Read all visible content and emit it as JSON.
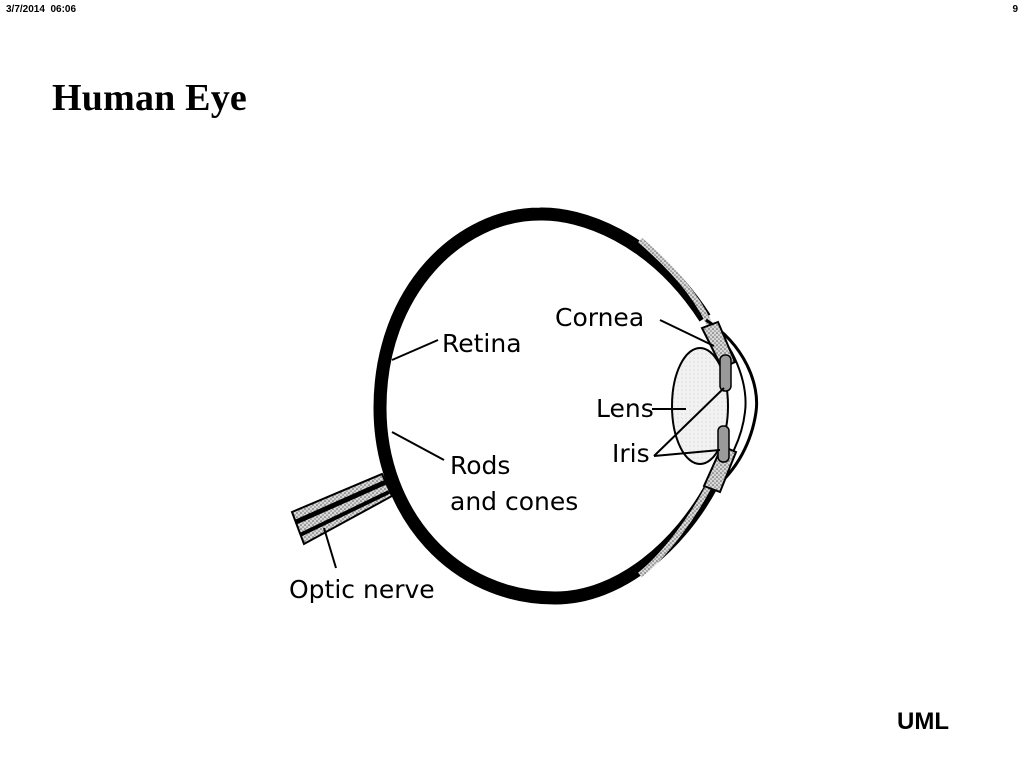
{
  "header": {
    "date": "3/7/2014  06:06",
    "page_number": "9"
  },
  "slide": {
    "title": "Human Eye"
  },
  "diagram": {
    "labels": {
      "retina": "Retina",
      "cornea": "Cornea",
      "lens": "Lens",
      "iris": "Iris",
      "rods_line1": "Rods",
      "rods_line2": "and cones",
      "optic_nerve": "Optic nerve"
    }
  },
  "footer": {
    "brand": "UML"
  }
}
